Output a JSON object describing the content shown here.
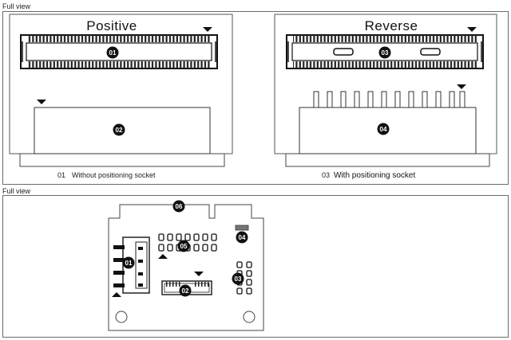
{
  "top_section": {
    "label": "Full view"
  },
  "bottom_section": {
    "label": "Full view"
  },
  "positive": {
    "title": "Positive",
    "badge": "01",
    "lower_badge": "02",
    "caption_num": "01",
    "caption_text": "Without positioning socket"
  },
  "reverse": {
    "title": "Reverse",
    "badge": "03",
    "lower_badge": "04",
    "caption_num": "03",
    "caption_text": "With positioning socket"
  },
  "board": {
    "badges": {
      "b01": "01",
      "b02": "02",
      "b03": "03",
      "b04": "04",
      "b05": "05",
      "b06": "06"
    }
  }
}
